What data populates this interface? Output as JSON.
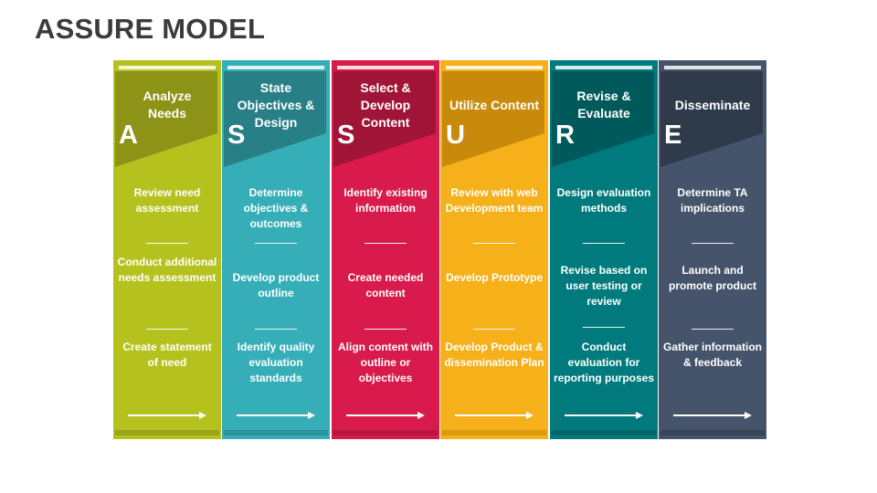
{
  "title": "ASSURE MODEL",
  "columns": [
    {
      "letter": "A",
      "heading": "Analyze Needs",
      "items": [
        "Review need assessment",
        "Conduct additional needs assessment",
        "Create statement of need"
      ],
      "colors": {
        "body": "#b5c21e",
        "banner": "#8c9316",
        "edge": "#9aa519"
      }
    },
    {
      "letter": "S",
      "heading": "State Objectives & Design",
      "items": [
        "Determine objectives & outcomes",
        "Develop product outline",
        "Identify quality evaluation standards"
      ],
      "colors": {
        "body": "#35aeb8",
        "banner": "#287f86",
        "edge": "#2b939b"
      }
    },
    {
      "letter": "S",
      "heading": "Select & Develop Content",
      "items": [
        "Identify existing information",
        "Create needed content",
        "Align content with outline or objectives"
      ],
      "colors": {
        "body": "#d81b4c",
        "banner": "#a01537",
        "edge": "#b5173f"
      }
    },
    {
      "letter": "U",
      "heading": "Utilize Content",
      "items": [
        "Review with web Development team",
        "Develop Prototype",
        "Develop Product & dissemination Plan"
      ],
      "colors": {
        "body": "#f6b01a",
        "banner": "#c98a0c",
        "edge": "#d99a10"
      }
    },
    {
      "letter": "R",
      "heading": "Revise & Evaluate",
      "items": [
        "Design evaluation methods",
        "Revise based on user testing or review",
        "Conduct evaluation for reporting purposes"
      ],
      "colors": {
        "body": "#007a7c",
        "banner": "#005a5c",
        "edge": "#006667"
      }
    },
    {
      "letter": "E",
      "heading": "Disseminate",
      "items": [
        "Determine TA implications",
        "Launch and promote product",
        "Gather information & feedback"
      ],
      "colors": {
        "body": "#45546a",
        "banner": "#2f3a4b",
        "edge": "#384457"
      }
    }
  ]
}
